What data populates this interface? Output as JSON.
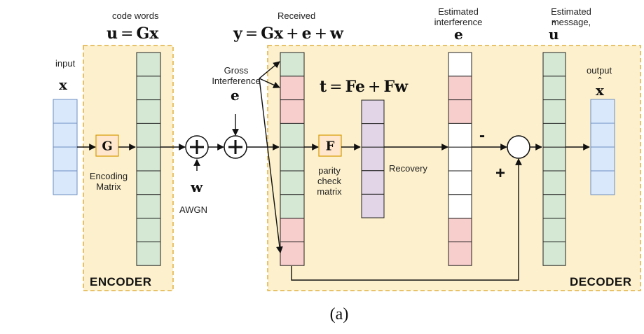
{
  "labels": {
    "code_words": "code words",
    "input": "input",
    "received": "Received",
    "gross_interference": "Gross Interference",
    "estimated_interference": "Estimated interference",
    "estimated_message": "Estimated message,",
    "output": "output",
    "encoding_matrix": "Encoding Matrix",
    "awgn": "AWGN",
    "parity_check_matrix": "parity check matrix",
    "recovery": "Recovery",
    "minus_sign": "-",
    "plus_sign": "+"
  },
  "symbols": {
    "u": "u",
    "G": "G",
    "x": "x",
    "y": "y",
    "e": "e",
    "w": "w",
    "t": "t",
    "F": "F",
    "eq": "=",
    "plus": "+"
  },
  "sections": {
    "encoder": "ENCODER",
    "decoder": "DECODER"
  },
  "caption": "(a)",
  "colors": {
    "region_fill": "#fdf0cc",
    "region_border": "#e0b040",
    "blue_cell": "#dae8fc",
    "blue_border": "#6c8ebf",
    "green_cell": "#d5e8d4",
    "red_cell": "#f8cecc",
    "white_cell": "#ffffff",
    "purple_cell": "#e1d5e7",
    "matrix_box_fill": "#ffe6cc",
    "matrix_box_border": "#d79b00"
  },
  "vectors": {
    "input_x": [
      "blue",
      "blue",
      "blue",
      "blue"
    ],
    "codeword_u": [
      "green",
      "green",
      "green",
      "green",
      "green",
      "green",
      "green",
      "green",
      "green"
    ],
    "received_y": [
      "green",
      "red",
      "red",
      "green",
      "green",
      "green",
      "green",
      "red",
      "red"
    ],
    "syndrome_t": [
      "purple",
      "purple",
      "purple",
      "purple",
      "purple"
    ],
    "estimated_e": [
      "white",
      "red",
      "red",
      "white",
      "white",
      "white",
      "white",
      "red",
      "red"
    ],
    "estimated_u": [
      "green",
      "green",
      "green",
      "green",
      "green",
      "green",
      "green",
      "green",
      "green"
    ],
    "output_x": [
      "blue",
      "blue",
      "blue",
      "blue"
    ]
  }
}
